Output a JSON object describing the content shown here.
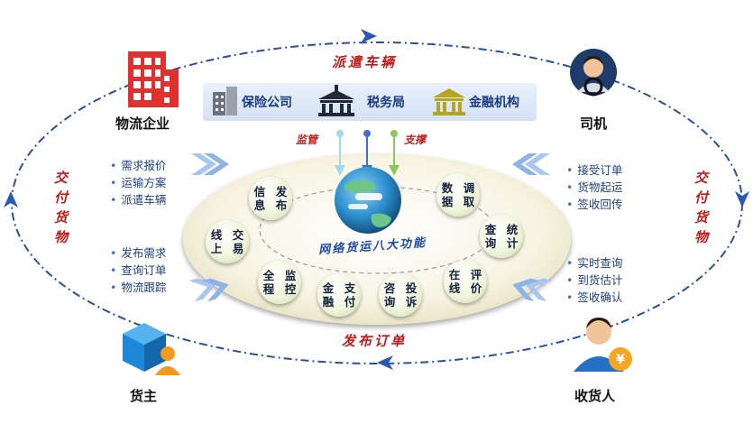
{
  "roles": {
    "logistics": "物流企业",
    "driver": "司机",
    "shipper": "货主",
    "consignee": "收货人"
  },
  "flows": {
    "top": "派遣车辆",
    "bottom": "发布订单",
    "left": "交付货物",
    "right": "交付货物"
  },
  "agencies": [
    "保险公司",
    "税务局",
    "金融机构"
  ],
  "connectors": {
    "supervise": "监管",
    "support": "支撑"
  },
  "center_title": "网络货运八大功能",
  "functions": [
    {
      "line1": "信息",
      "line2": "发布"
    },
    {
      "line1": "线上",
      "line2": "交易"
    },
    {
      "line1": "全程",
      "line2": "监控"
    },
    {
      "line1": "金融",
      "line2": "支付"
    },
    {
      "line1": "咨询",
      "line2": "投诉"
    },
    {
      "line1": "在线",
      "line2": "评价"
    },
    {
      "line1": "查询",
      "line2": "统计"
    },
    {
      "line1": "数据",
      "line2": "调取"
    }
  ],
  "lists": {
    "logistics": [
      "需求报价",
      "运输方案",
      "派遣车辆"
    ],
    "shipper": [
      "发布需求",
      "查询订单",
      "物流跟踪"
    ],
    "driver": [
      "接受订单",
      "货物起运",
      "签收回传"
    ],
    "consignee": [
      "实时查询",
      "到货估计",
      "签收确认"
    ]
  },
  "icons": {
    "logistics": "building-icon",
    "driver": "driver-icon",
    "shipper": "cargo-box-person-icon",
    "consignee": "person-yuan-icon",
    "insurance": "office-building-icon",
    "tax": "government-building-icon",
    "finance": "bank-icon",
    "center": "globe-icon"
  },
  "colors": {
    "red_label": "#c01a1a",
    "blue_text": "#1c3f86",
    "logistics_red": "#e03131",
    "shipper_blue": "#1f89d9"
  }
}
